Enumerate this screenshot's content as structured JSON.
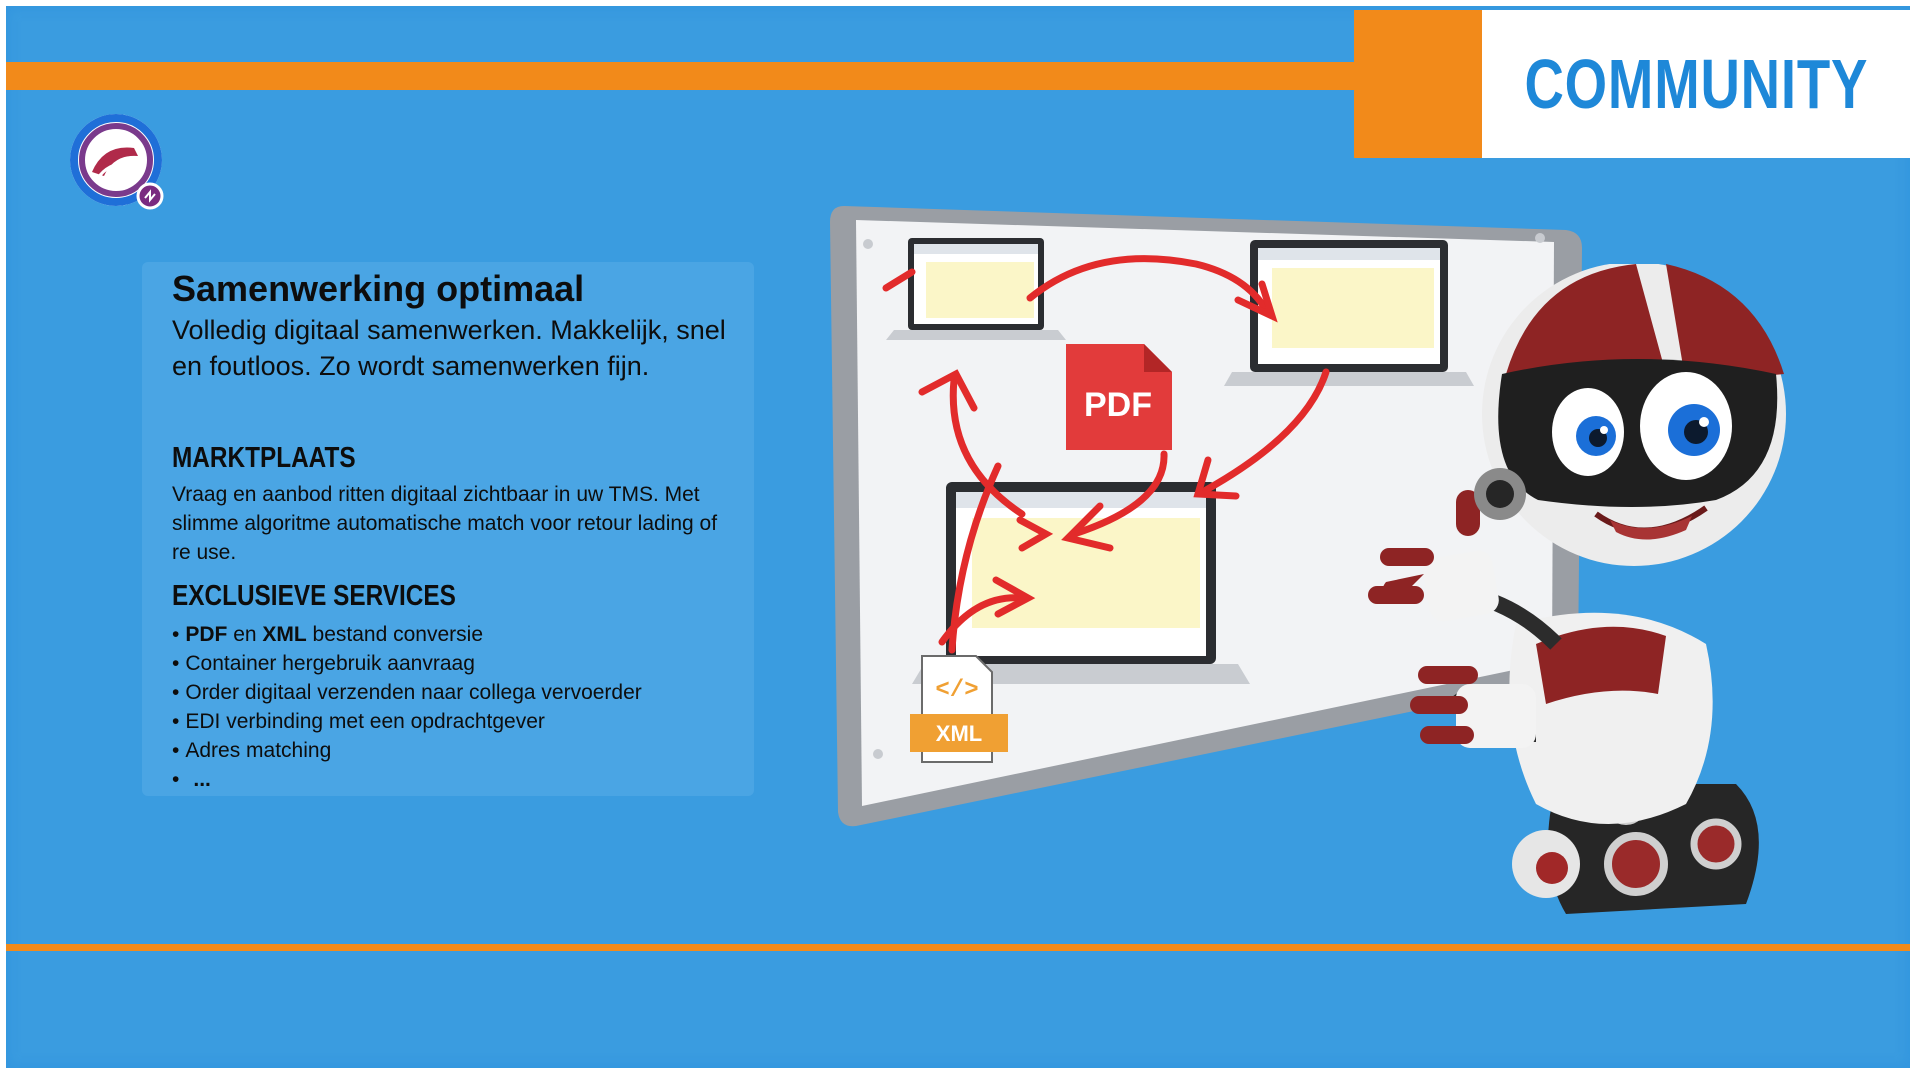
{
  "header": {
    "title": "COMMUNITY"
  },
  "panel": {
    "title": "Samenwerking optimaal",
    "intro": "Volledig digitaal samenwerken. Makkelijk, snel en foutloos. Zo wordt samenwerken fijn.",
    "marketplace": {
      "heading": "MARKTPLAATS",
      "text": "Vraag en aanbod ritten digitaal zichtbaar in uw TMS. Met slimme algoritme automatische match voor retour lading of re use."
    },
    "services": {
      "heading": "EXCLUSIEVE SERVICES",
      "items": [
        {
          "strong_a": "PDF",
          "mid": " en ",
          "strong_b": "XML",
          "rest": " bestand conversie"
        },
        {
          "text": "Container hergebruik aanvraag"
        },
        {
          "text": "Order  digitaal verzenden naar collega vervoerder"
        },
        {
          "text": "EDI verbinding met een opdrachtgever"
        },
        {
          "text": "Adres matching"
        },
        {
          "text": "..."
        }
      ]
    }
  },
  "illustration": {
    "pdf_label": "PDF",
    "xml_label": "XML",
    "xml_code": "</>"
  },
  "colors": {
    "background": "#3a9ce0",
    "accent_orange": "#f28a1a",
    "title_blue": "#1e88d8",
    "arrow_red": "#e22b2b",
    "pdf_red": "#e23b3b",
    "xml_orange": "#f0a033"
  },
  "icons": [
    "logo-icon",
    "pdf-file-icon",
    "xml-file-icon",
    "laptop-icon",
    "robot-mascot"
  ]
}
